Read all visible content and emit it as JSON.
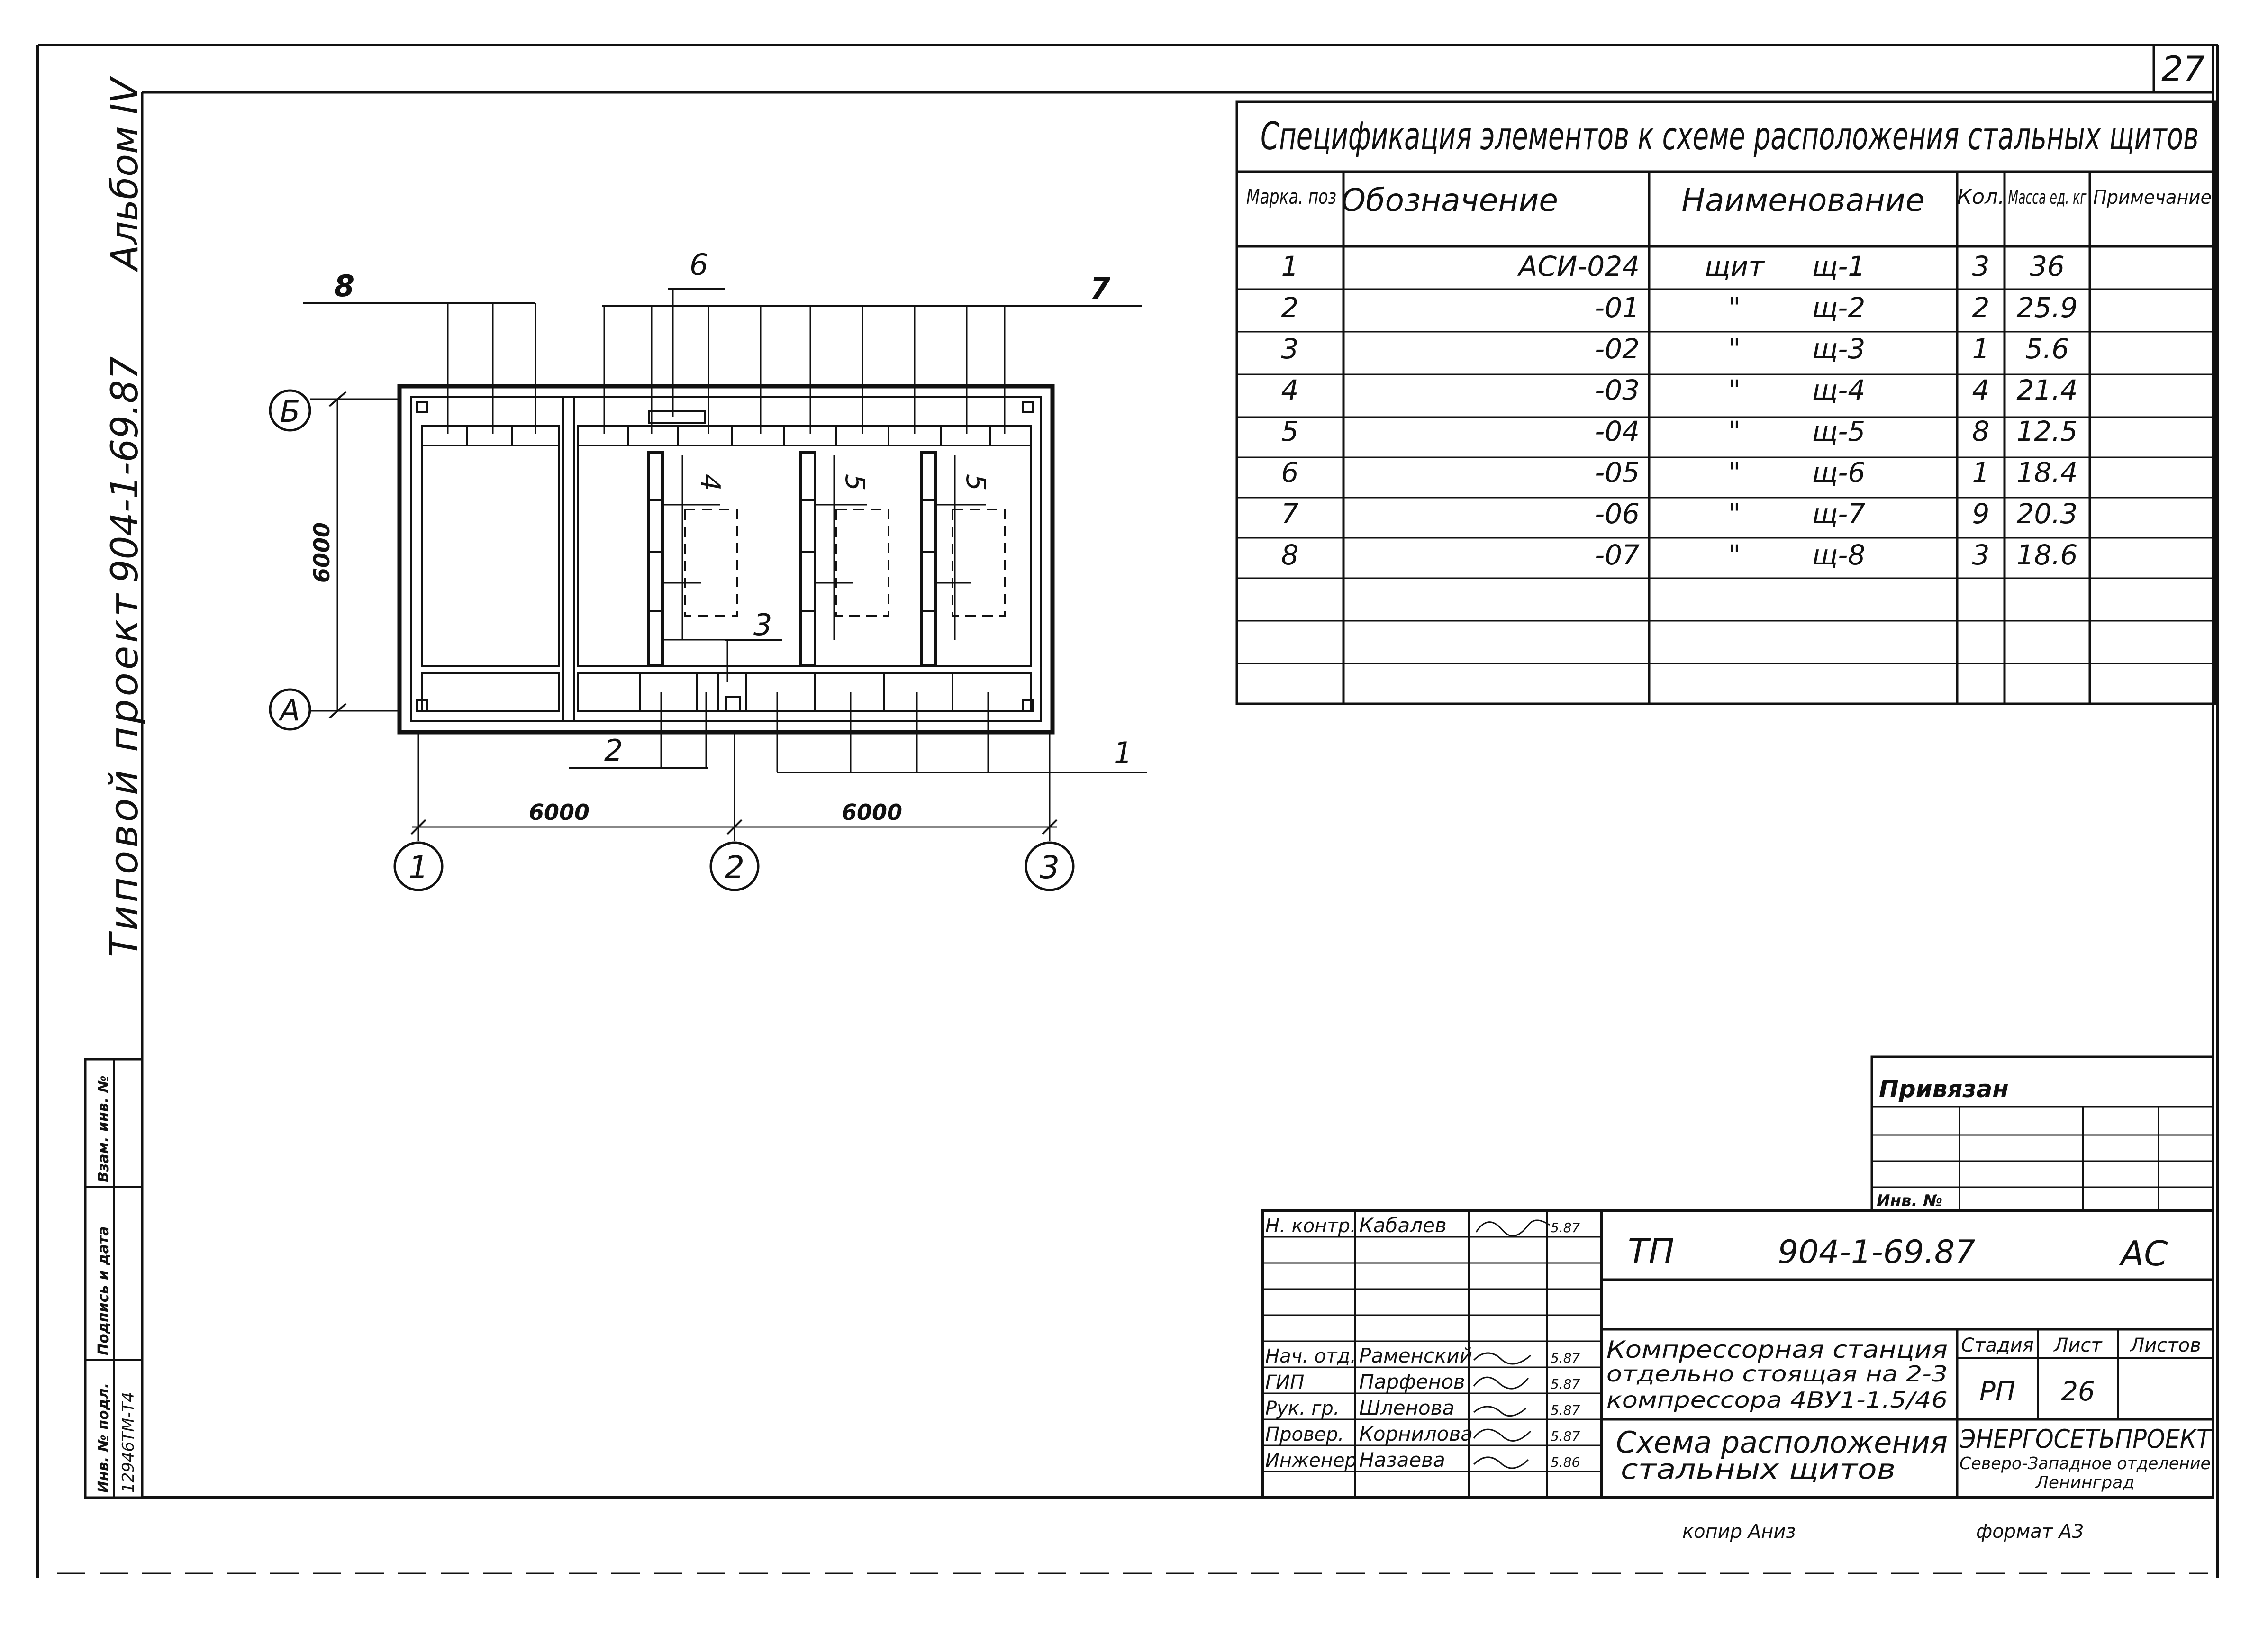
{
  "sheet_number": "27",
  "album_label": "Альбом IV",
  "project_number_vertical": "904-1-69.87",
  "project_type": "Типовой проект",
  "stamp_left": {
    "headers": [
      "Инв. № подл.",
      "Подпись и дата",
      "Взам. инв. №"
    ],
    "inventory_number": "12946ТМ-Т4"
  },
  "spec": {
    "title": "Спецификация элементов к схеме расположения стальных щитов",
    "headers": {
      "mark": "Марка. поз",
      "designation": "Обозначение",
      "name": "Наименование",
      "qty": "Кол.",
      "mass": "Масса ед. кг",
      "note": "Примечание"
    },
    "rows": [
      {
        "mark": "1",
        "designation": "АСИ-024",
        "name_prefix": "щит",
        "name": "щ-1",
        "qty": "3",
        "mass": "36"
      },
      {
        "mark": "2",
        "designation": "-01",
        "name_prefix": "\"",
        "name": "щ-2",
        "qty": "2",
        "mass": "25.9"
      },
      {
        "mark": "3",
        "designation": "-02",
        "name_prefix": "\"",
        "name": "щ-3",
        "qty": "1",
        "mass": "5.6"
      },
      {
        "mark": "4",
        "designation": "-03",
        "name_prefix": "\"",
        "name": "щ-4",
        "qty": "4",
        "mass": "21.4"
      },
      {
        "mark": "5",
        "designation": "-04",
        "name_prefix": "\"",
        "name": "щ-5",
        "qty": "8",
        "mass": "12.5"
      },
      {
        "mark": "6",
        "designation": "-05",
        "name_prefix": "\"",
        "name": "щ-6",
        "qty": "1",
        "mass": "18.4"
      },
      {
        "mark": "7",
        "designation": "-06",
        "name_prefix": "\"",
        "name": "щ-7",
        "qty": "9",
        "mass": "20.3"
      },
      {
        "mark": "8",
        "designation": "-07",
        "name_prefix": "\"",
        "name": "щ-8",
        "qty": "3",
        "mass": "18.6"
      }
    ]
  },
  "plan": {
    "axes_letters": [
      "Б",
      "А"
    ],
    "axes_numbers": [
      "1",
      "2",
      "3"
    ],
    "dim_vertical": "6000",
    "dim_horizontal": [
      "6000",
      "6000"
    ],
    "callouts": [
      "8",
      "6",
      "7",
      "4",
      "5",
      "5",
      "3",
      "2",
      "1"
    ]
  },
  "title_block": {
    "attached_label": "Привязан",
    "inv_label": "Инв. №",
    "code": "ТП",
    "number": "904-1-69.87",
    "mark": "АС",
    "roles": [
      {
        "role": "Н. контр.",
        "name": "Кабалев",
        "date": "5.87"
      },
      {
        "role": "Нач. отд.",
        "name": "Раменский",
        "date": "5.87"
      },
      {
        "role": "ГИП",
        "name": "Парфенов",
        "date": "5.87"
      },
      {
        "role": "Рук. гр.",
        "name": "Шленова",
        "date": "5.87"
      },
      {
        "role": "Провер.",
        "name": "Корнилова",
        "date": "5.87"
      },
      {
        "role": "Инженер",
        "name": "Назаева",
        "date": "5.86"
      }
    ],
    "object_title": [
      "Компрессорная станция",
      "отдельно стоящая на 2-3",
      "компрессора 4ВУ1-1.5/46"
    ],
    "drawing_title": [
      "Схема расположения",
      "стальных щитов"
    ],
    "stage_label": "Стадия",
    "sheet_label": "Лист",
    "sheets_label": "Листов",
    "stage": "РП",
    "sheet": "26",
    "org": [
      "ЭНЕРГОСЕТЬПРОЕКТ",
      "Северо-Западное отделение",
      "Ленинград"
    ]
  },
  "footer": {
    "copied": "копир Аниз",
    "format": "формат А3"
  }
}
